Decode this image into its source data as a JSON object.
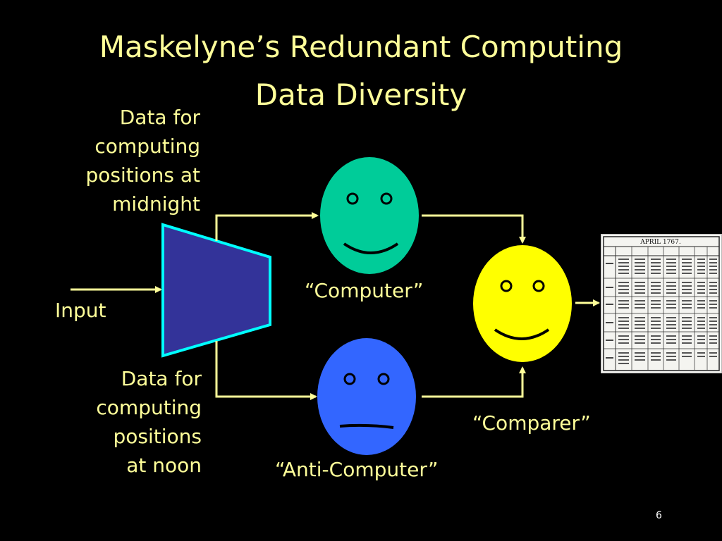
{
  "slide": {
    "title_line1": "Maskelyne’s Redundant Computing",
    "title_line2": "Data Diversity",
    "page_number": "6"
  },
  "labels": {
    "midnight": [
      "Data for",
      "computing",
      "positions at",
      "midnight"
    ],
    "noon": [
      "Data for",
      "computing",
      "positions",
      "at noon"
    ],
    "input": "Input",
    "computer": "“Computer”",
    "anti_computer": "“Anti-Computer”",
    "comparer": "“Comparer”"
  },
  "colors": {
    "text": "#ffff99",
    "arrow": "#ffff99",
    "splitter_fill": "#333399",
    "splitter_border": "#00ffff",
    "computer_face": "#00cc99",
    "anti_computer_face": "#3366ff",
    "comparer_face": "#ffff00"
  },
  "faces": {
    "computer": {
      "mood": "smiling",
      "icon": "smiling-face-icon"
    },
    "anti_computer": {
      "mood": "neutral",
      "icon": "neutral-face-icon"
    },
    "comparer": {
      "mood": "smiling",
      "icon": "smiling-face-icon"
    }
  },
  "almanac_image": {
    "icon": "almanac-table-image",
    "header_text": "APRIL 1767."
  }
}
